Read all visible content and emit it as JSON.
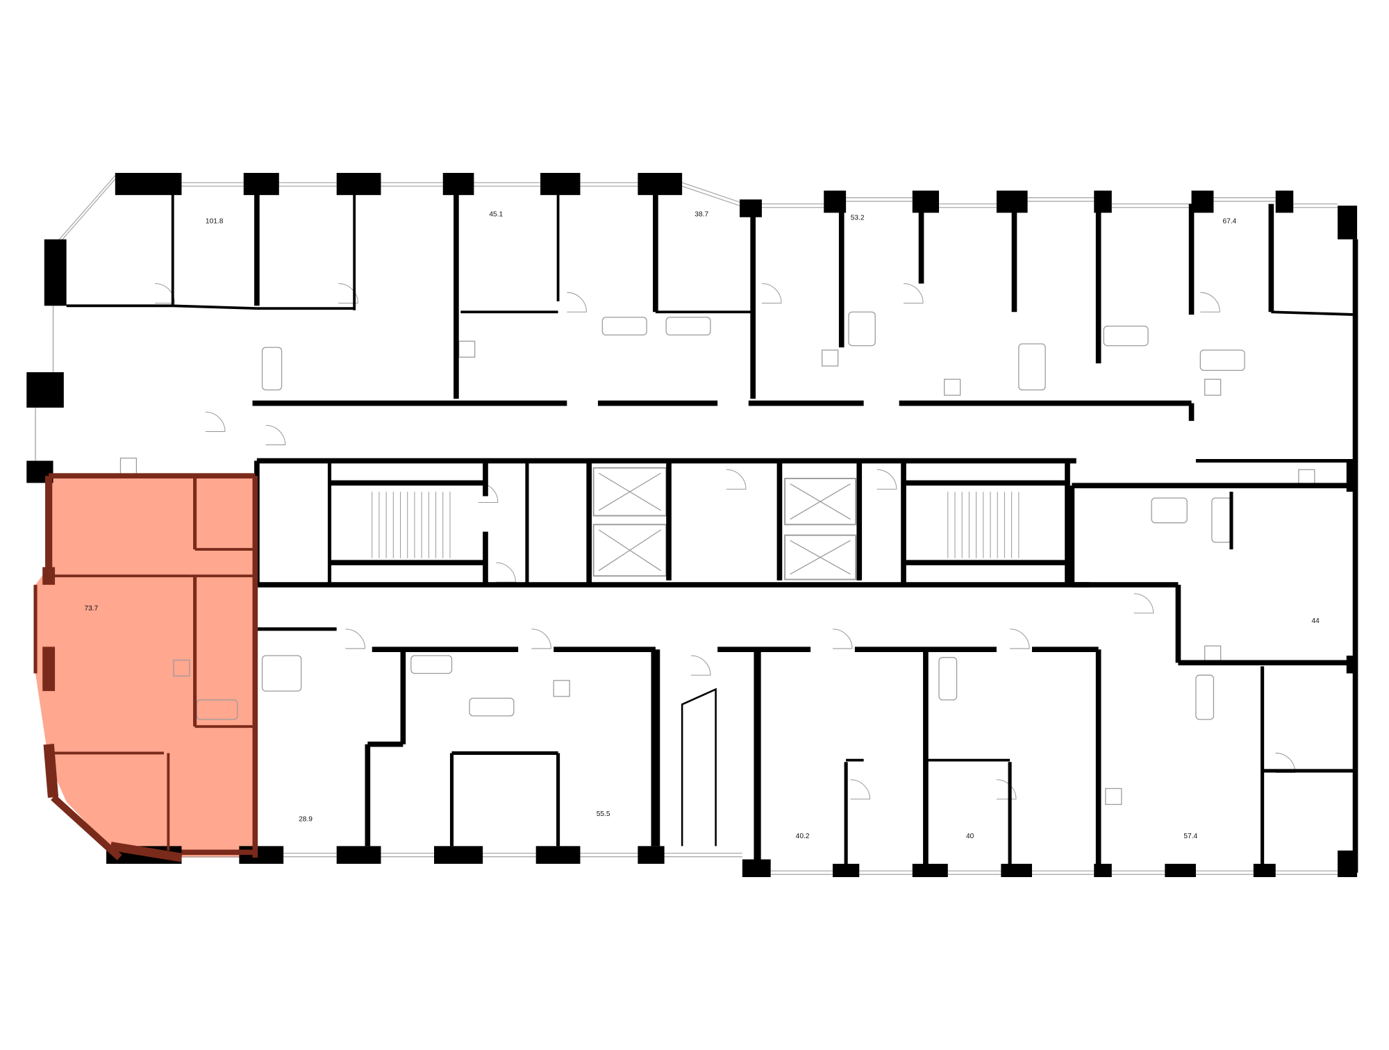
{
  "plan": {
    "highlighted_apartment": "73.7",
    "highlight_fill": "#FFA78F",
    "highlight_wall": "#7A2A1A",
    "wall_color": "#000000",
    "fixture_color": "#9a9a9a"
  },
  "apartments": [
    {
      "id": "apt-101-8",
      "area": "101.8"
    },
    {
      "id": "apt-45-1",
      "area": "45.1"
    },
    {
      "id": "apt-38-7",
      "area": "38.7"
    },
    {
      "id": "apt-53-2",
      "area": "53.2"
    },
    {
      "id": "apt-67-4",
      "area": "67.4"
    },
    {
      "id": "apt-73-7",
      "area": "73.7"
    },
    {
      "id": "apt-44",
      "area": "44"
    },
    {
      "id": "apt-28-9",
      "area": "28.9"
    },
    {
      "id": "apt-55-5",
      "area": "55.5"
    },
    {
      "id": "apt-40-2",
      "area": "40.2"
    },
    {
      "id": "apt-40",
      "area": "40"
    },
    {
      "id": "apt-57-4",
      "area": "57.4"
    }
  ]
}
